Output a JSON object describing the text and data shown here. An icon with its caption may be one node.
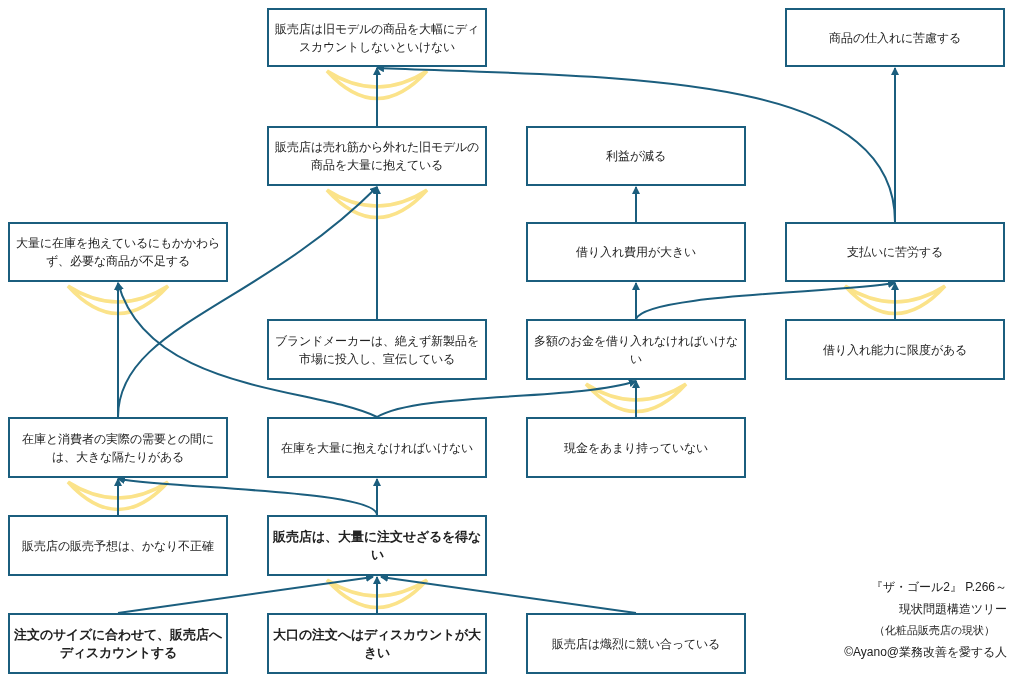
{
  "diagram": {
    "nodes": [
      {
        "text": [
          "販売店は旧モデルの商品を大幅にディスカウントしないといけない"
        ]
      },
      {
        "text": [
          "商品の仕入れに苦慮する"
        ]
      },
      {
        "text": [
          "販売店は売れ筋から外れた旧モデルの商品を大量に抱えている"
        ]
      },
      {
        "text": [
          "利益が減る"
        ]
      },
      {
        "text": [
          "大量に在庫を抱えているにもかかわらず、必要な商品が不足する"
        ]
      },
      {
        "text": [
          "借り入れ費用が大きい"
        ]
      },
      {
        "text": [
          "支払いに苦労する"
        ]
      },
      {
        "text": [
          "ブランドメーカーは、絶えず新製品を市場に投入し、宣伝している"
        ]
      },
      {
        "text": [
          "多額のお金を借り入れなければいけない"
        ]
      },
      {
        "text": [
          "借り入れ能力に限度がある"
        ]
      },
      {
        "text": [
          "在庫と消費者の実際の需要との間には、大きな隔たりがある"
        ]
      },
      {
        "text": [
          "在庫を大量に抱えなければいけない"
        ]
      },
      {
        "text": [
          "現金をあまり持っていない"
        ]
      },
      {
        "text": [
          "販売店の販売予想は、かなり不正確"
        ]
      },
      {
        "text": [
          "販売店は、大量に注文せざるを得ない"
        ]
      },
      {
        "text": [
          "注文のサイズに合わせて、販売店へディスカウントする"
        ]
      },
      {
        "text": [
          "大口の注文へはディスカウントが大きい"
        ]
      },
      {
        "text": [
          "販売店は熾烈に競い合っている"
        ]
      },
      {
        "text": [],
        "shape": "crescent"
      },
      {
        "text": [],
        "shape": "crescent"
      },
      {
        "text": [],
        "shape": "crescent"
      },
      {
        "text": [],
        "shape": "crescent"
      },
      {
        "text": [],
        "shape": "crescent"
      },
      {
        "text": [],
        "shape": "crescent"
      },
      {
        "text": [],
        "shape": "crescent"
      }
    ],
    "edges": [
      {
        "from": 15,
        "to": 14,
        "arrow": "to"
      },
      {
        "from": 16,
        "to": 14,
        "arrow": "to"
      },
      {
        "from": 17,
        "to": 14,
        "arrow": "to"
      },
      {
        "from": 14,
        "to": 11,
        "arrow": "to"
      },
      {
        "from": 14,
        "to": 10,
        "arrow": "to"
      },
      {
        "from": 13,
        "to": 10,
        "arrow": "to"
      },
      {
        "from": 10,
        "to": 4,
        "arrow": "to"
      },
      {
        "from": 11,
        "to": 4,
        "arrow": "to"
      },
      {
        "from": 10,
        "to": 2,
        "arrow": "to"
      },
      {
        "from": 7,
        "to": 2,
        "arrow": "to"
      },
      {
        "from": 2,
        "to": 0,
        "arrow": "to"
      },
      {
        "from": 6,
        "to": 0,
        "arrow": "to"
      },
      {
        "from": 6,
        "to": 1,
        "arrow": "to"
      },
      {
        "from": 11,
        "to": 8,
        "arrow": "to"
      },
      {
        "from": 12,
        "to": 8,
        "arrow": "to"
      },
      {
        "from": 8,
        "to": 5,
        "arrow": "to"
      },
      {
        "from": 8,
        "to": 6,
        "arrow": "to"
      },
      {
        "from": 9,
        "to": 6,
        "arrow": "to"
      },
      {
        "from": 5,
        "to": 3,
        "arrow": "to"
      }
    ],
    "labels": [
      "『ザ・ゴール2』 P.266～",
      "現状問題構造ツリー",
      "（化粧品販売店の現状）",
      "©Ayano@業務改善を愛する人"
    ]
  }
}
